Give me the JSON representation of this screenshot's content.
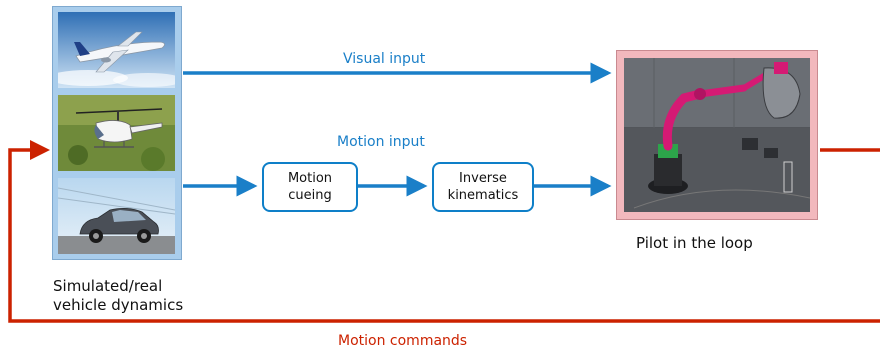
{
  "labels": {
    "visual_input": "Visual input",
    "motion_input": "Motion input",
    "motion_commands": "Motion commands",
    "pilot_in_loop": "Pilot in the loop",
    "vehicle_dynamics": "Simulated/real\nvehicle dynamics"
  },
  "blocks": {
    "motion_cueing": "Motion\ncueing",
    "inverse_kinematics": "Inverse\nkinematics"
  },
  "images": {
    "vehicles": [
      "airplane",
      "helicopter",
      "car"
    ],
    "pilot": "robotic motion simulator"
  },
  "colors": {
    "forward_arrows": "#1a7fc8",
    "feedback_arrow": "#cc2200",
    "panel_fill": "#a9cdec",
    "pilot_frame": "#f2b8bd"
  }
}
